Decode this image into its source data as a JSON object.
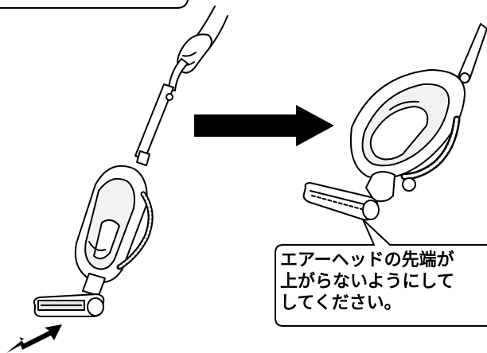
{
  "callout": {
    "lines": [
      "エアーヘッドの先端が",
      "上がらないようにして",
      "してください。"
    ]
  },
  "illustrations": {
    "left": "handheld-vacuum-pushed-forward",
    "right": "vacuum-closeup-air-head-flat",
    "arrow": "right-arrow",
    "motion_arrows": "double-headed-arrow"
  },
  "colors": {
    "stroke": "#000000",
    "fill": "#ffffff",
    "shade": "#e6e6e6"
  }
}
